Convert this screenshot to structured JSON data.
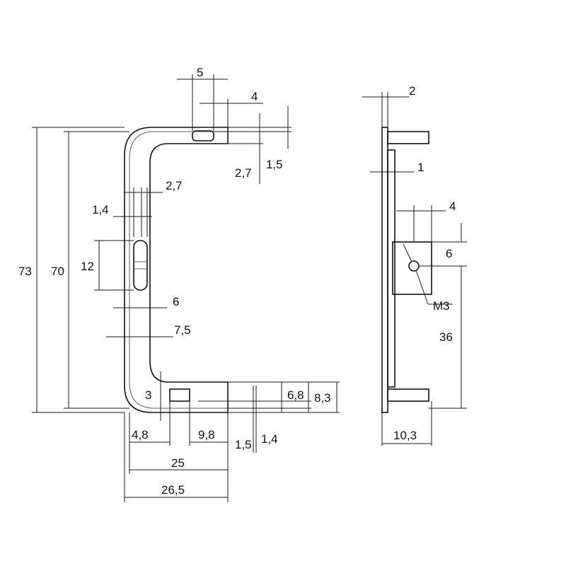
{
  "drawing": {
    "front_view": {
      "overall_height_outer": "73",
      "overall_height_inner": "70",
      "slot_length": "12",
      "slot_offset_a": "1,4",
      "slot_offset_b": "2,7",
      "wall_inner_6": "6",
      "wall_outer_7_5": "7,5",
      "top_hole_5": "5",
      "top_hole_4": "4",
      "top_27": "2,7",
      "top_15": "1,5",
      "bottom_3": "3",
      "bottom_68": "6,8",
      "bottom_83": "8,3",
      "bottom_48": "4,8",
      "bottom_98": "9,8",
      "bottom_15": "1,5",
      "bottom_14": "1,4",
      "width_25": "25",
      "width_265": "26,5"
    },
    "side_view": {
      "plate_2": "2",
      "plate_1": "1",
      "block_4": "4",
      "block_6": "6",
      "thread": "M3",
      "height_36": "36",
      "depth_103": "10,3"
    }
  }
}
